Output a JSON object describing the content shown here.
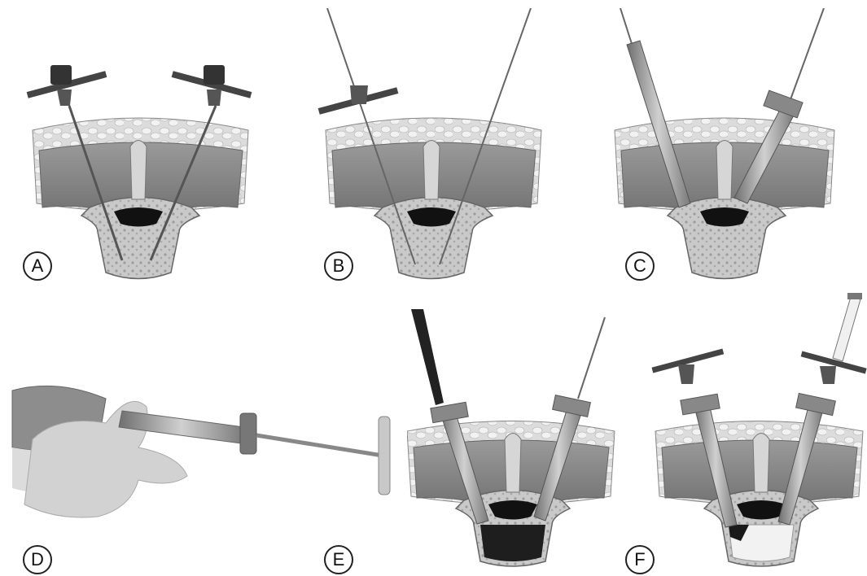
{
  "figure": {
    "panels": [
      {
        "id": "A",
        "label": "A"
      },
      {
        "id": "B",
        "label": "B"
      },
      {
        "id": "C",
        "label": "C"
      },
      {
        "id": "D",
        "label": "D"
      },
      {
        "id": "E",
        "label": "E"
      },
      {
        "id": "F",
        "label": "F"
      }
    ]
  },
  "colors": {
    "fat": "#e6e6e6",
    "muscle": "#8a8a8a",
    "bone": "#c8c8c8",
    "canal": "#111111",
    "metal": "#9a9a9a",
    "cement_dark": "#1a1a1a",
    "cement_light": "#f2f2f2"
  }
}
